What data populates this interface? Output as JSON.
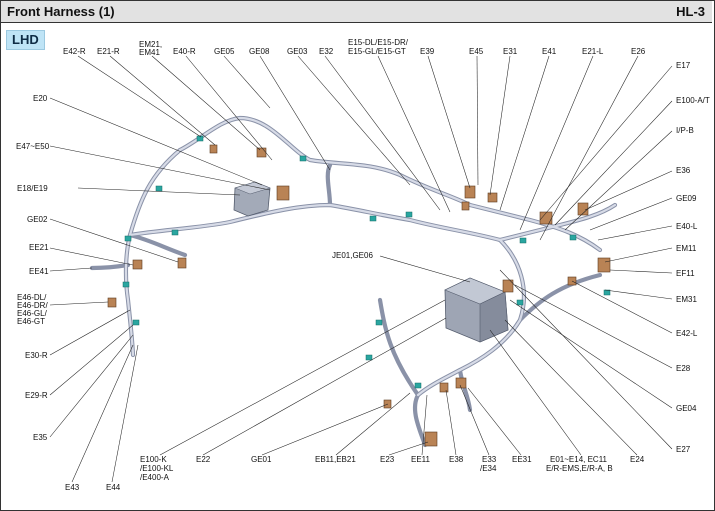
{
  "header": {
    "title": "Front Harness (1)",
    "code": "HL-3"
  },
  "badge": "LHD",
  "labels": {
    "e42r": "E42-R",
    "e21r": "E21-R",
    "em21": "EM21,",
    "em41": "EM41",
    "e40r": "E40-R",
    "ge05": "GE05",
    "ge08": "GE08",
    "ge03": "GE03",
    "e32": "E32",
    "e15a": "E15-DL/E15-DR/",
    "e15b": "E15-GL/E15-GT",
    "e39": "E39",
    "e45": "E45",
    "e31": "E31",
    "e41": "E41",
    "e21l": "E21-L",
    "e26": "E26",
    "e20": "E20",
    "e47": "E47~E50",
    "e18": "E18/E19",
    "ge02": "GE02",
    "ee21": "EE21",
    "ee41": "EE41",
    "e46a": "E46-DL/",
    "e46b": "E46-DR/",
    "e46c": "E46-GL/",
    "e46d": "E46-GT",
    "e30r": "E30-R",
    "e29r": "E29-R",
    "e35": "E35",
    "e17": "E17",
    "e100at": "E100-A/T",
    "ipb": "I/P-B",
    "e36": "E36",
    "ge09": "GE09",
    "e40l": "E40-L",
    "em11": "EM11",
    "ef11": "EF11",
    "em31": "EM31",
    "e42l": "E42-L",
    "e28": "E28",
    "ge04": "GE04",
    "e27": "E27",
    "je01": "JE01,GE06",
    "e43": "E43",
    "e44": "E44",
    "e100k1": "E100-K",
    "e100k2": "/E100-KL",
    "e100k3": "/E400-A",
    "e22": "E22",
    "ge01": "GE01",
    "eb11": "EB11,EB21",
    "e23": "E23",
    "ee11": "EE11",
    "e38": "E38",
    "e33a": "E33",
    "e33b": "/E34",
    "ee31": "EE31",
    "e01a": "E01~E14, EC11",
    "e01b": "E/R-EMS,E/R-A, B",
    "e24": "E24"
  },
  "colors": {
    "header_bg": "#e2e2e2",
    "badge_bg": "#bfe4f6",
    "harness": "#8a92a8",
    "connector": "#b98355",
    "clip": "#2aa6a0"
  },
  "icons": {
    "fuse-box": "relay-box-icon",
    "connector": "connector-icon"
  }
}
